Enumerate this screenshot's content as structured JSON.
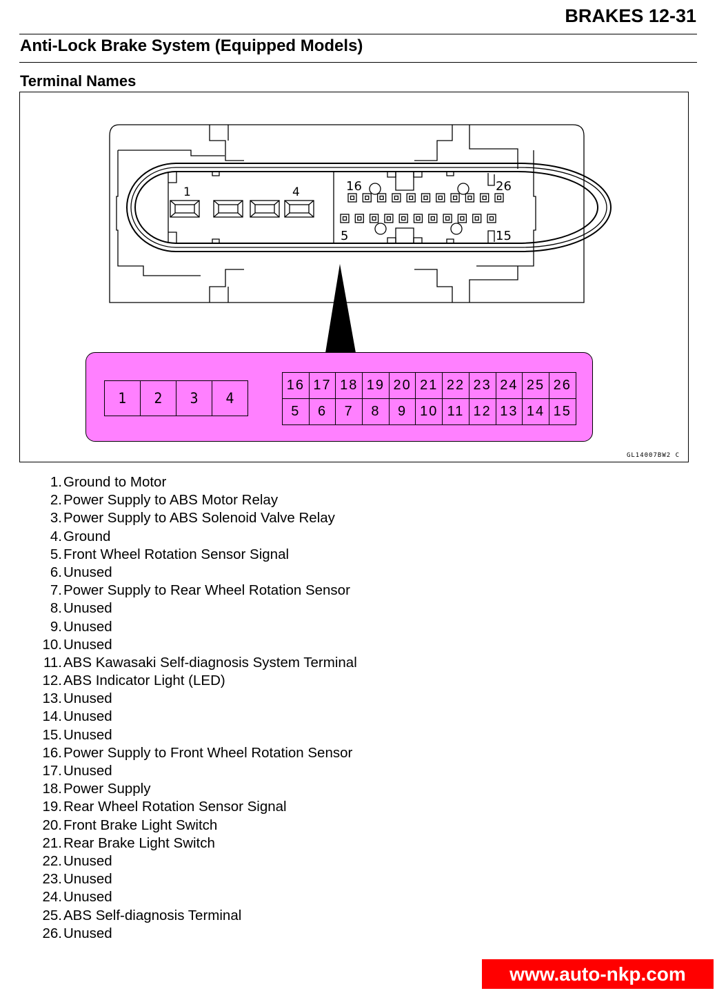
{
  "header": {
    "page_label": "BRAKES 12-31"
  },
  "section_title": "Anti-Lock Brake System (Equipped Models)",
  "subsection_title": "Terminal Names",
  "figure": {
    "code": "GL14007BW2  C",
    "connector_labels": {
      "large_first": "1",
      "large_last": "4",
      "top_row_first": "16",
      "top_row_last": "26",
      "bottom_row_first": "5",
      "bottom_row_last": "15"
    },
    "pin_map_color": "#ff80ff",
    "pin_map": {
      "large_pins": [
        "1",
        "2",
        "3",
        "4"
      ],
      "top_row": [
        "16",
        "17",
        "18",
        "19",
        "20",
        "21",
        "22",
        "23",
        "24",
        "25",
        "26"
      ],
      "bottom_row": [
        "5",
        "6",
        "7",
        "8",
        "9",
        "10",
        "11",
        "12",
        "13",
        "14",
        "15"
      ]
    }
  },
  "terminals": [
    {
      "num": "1.",
      "name": "Ground to Motor"
    },
    {
      "num": "2.",
      "name": "Power Supply to ABS Motor Relay"
    },
    {
      "num": "3.",
      "name": "Power Supply to ABS Solenoid Valve Relay"
    },
    {
      "num": "4.",
      "name": "Ground"
    },
    {
      "num": "5.",
      "name": "Front Wheel Rotation Sensor Signal"
    },
    {
      "num": "6.",
      "name": "Unused"
    },
    {
      "num": "7.",
      "name": "Power Supply to Rear Wheel Rotation Sensor"
    },
    {
      "num": "8.",
      "name": "Unused"
    },
    {
      "num": "9.",
      "name": "Unused"
    },
    {
      "num": "10.",
      "name": "Unused"
    },
    {
      "num": "11.",
      "name": "ABS Kawasaki Self-diagnosis System Terminal"
    },
    {
      "num": "12.",
      "name": "ABS Indicator Light (LED)"
    },
    {
      "num": "13.",
      "name": "Unused"
    },
    {
      "num": "14.",
      "name": "Unused"
    },
    {
      "num": "15.",
      "name": "Unused"
    },
    {
      "num": "16.",
      "name": "Power Supply to Front Wheel Rotation Sensor"
    },
    {
      "num": "17.",
      "name": "Unused"
    },
    {
      "num": "18.",
      "name": "Power Supply"
    },
    {
      "num": "19.",
      "name": "Rear Wheel Rotation Sensor Signal"
    },
    {
      "num": "20.",
      "name": "Front Brake Light Switch"
    },
    {
      "num": "21.",
      "name": "Rear Brake Light Switch"
    },
    {
      "num": "22.",
      "name": "Unused"
    },
    {
      "num": "23.",
      "name": "Unused"
    },
    {
      "num": "24.",
      "name": "Unused"
    },
    {
      "num": "25.",
      "name": "ABS Self-diagnosis Terminal"
    },
    {
      "num": "26.",
      "name": "Unused"
    }
  ],
  "watermark": {
    "text": "www.auto-nkp.com",
    "color": "#ff0000"
  }
}
